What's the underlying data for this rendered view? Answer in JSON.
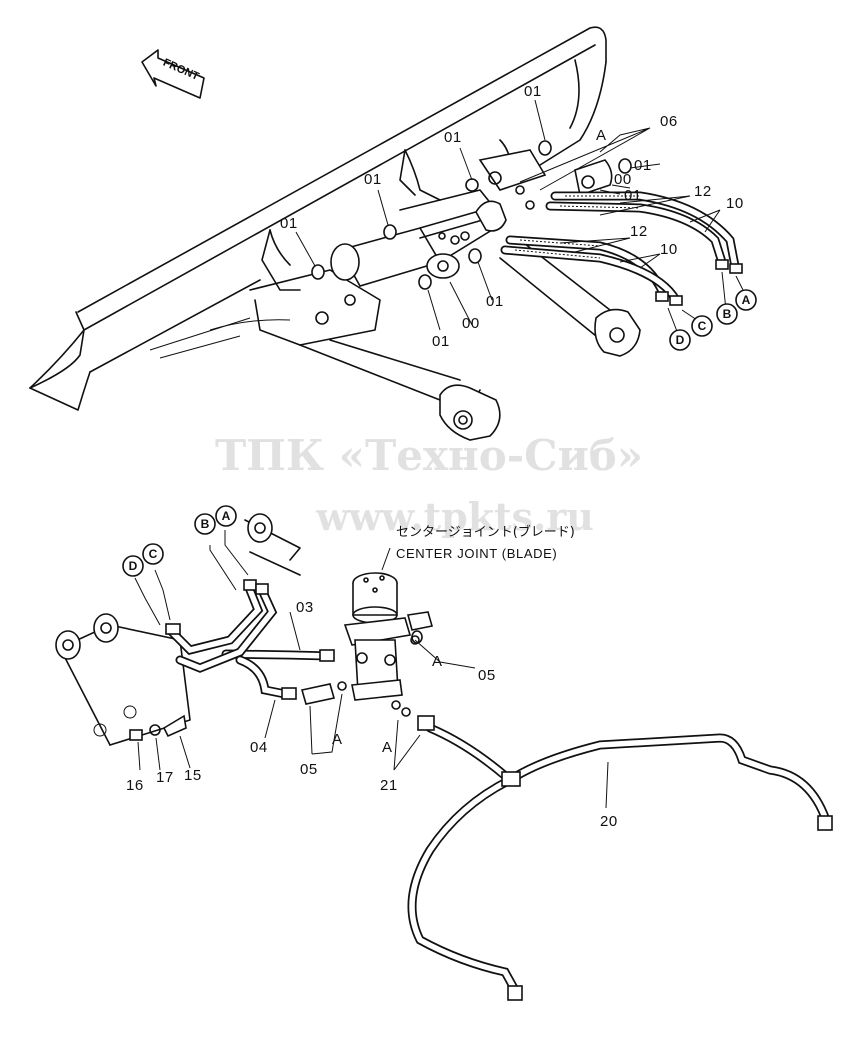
{
  "front_label": "FRONT",
  "watermark": {
    "line1": "ТПК «Техно-Сиб»",
    "line2": "www.tpkts.ru"
  },
  "center_joint": {
    "label_jp": "センタージョイント(ブレード)",
    "label_en": "CENTER JOINT (BLADE)"
  },
  "part_numbers": {
    "p00": "00",
    "p01": "01",
    "p03": "03",
    "p04": "04",
    "p05": "05",
    "p06": "06",
    "p10": "10",
    "p12": "12",
    "p15": "15",
    "p16": "16",
    "p17": "17",
    "p20": "20",
    "p21": "21"
  },
  "view_letters": {
    "a": "A",
    "b": "B",
    "c": "C",
    "d": "D"
  }
}
